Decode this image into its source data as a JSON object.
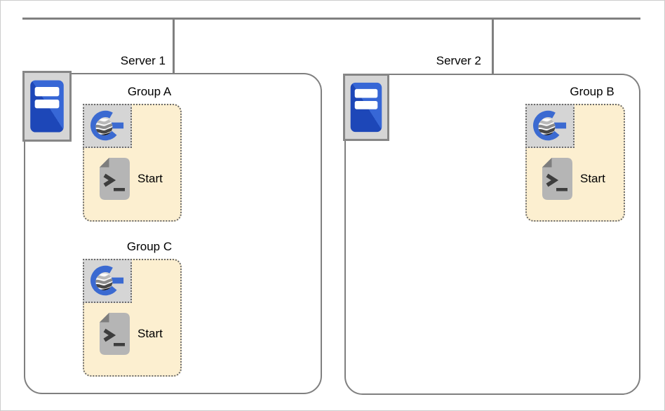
{
  "servers": [
    {
      "label": "Server 1",
      "groups": [
        {
          "label": "Group A",
          "script_label": "Start"
        },
        {
          "label": "Group C",
          "script_label": "Start"
        }
      ]
    },
    {
      "label": "Server 2",
      "groups": [
        {
          "label": "Group B",
          "script_label": "Start"
        }
      ]
    }
  ],
  "icons": {
    "server_icon": "server-rack-icon",
    "logo_icon": "gigaspaces-logo-icon",
    "script_icon": "start-script-icon"
  },
  "colors": {
    "connector_gray": "#808080",
    "server_border_gray": "#7f7f7f",
    "group_fill_cream": "#fcefd0",
    "dotted_border_gray": "#6b6b6b",
    "icon_tile_gray": "#d5d5d5",
    "logo_blue": "#3b6ad1",
    "server_icon_blue_dark": "#1d47b8",
    "server_icon_blue_light": "#3767d6",
    "script_icon_gray": "#b5b5b5"
  }
}
